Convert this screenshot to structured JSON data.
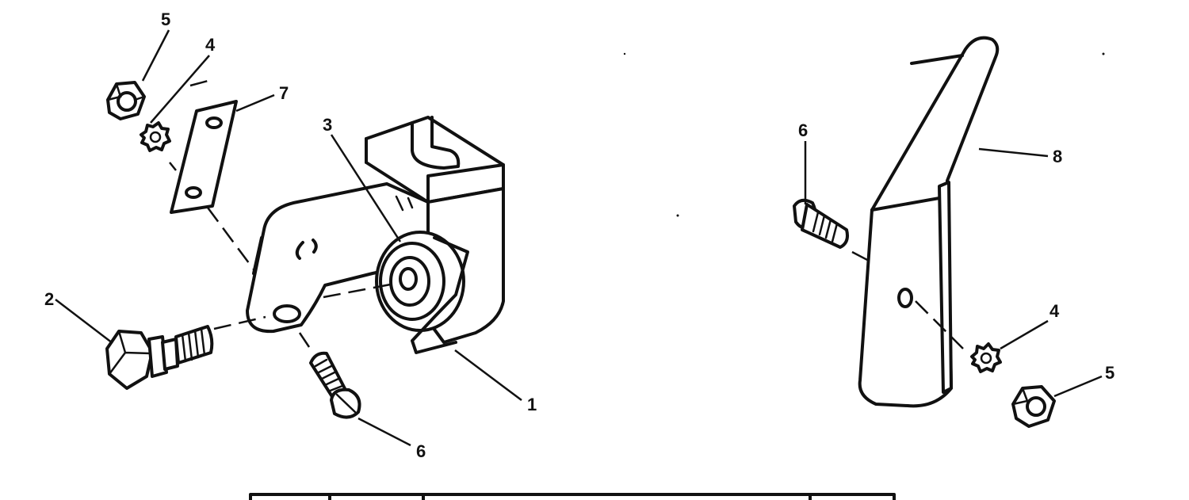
{
  "callouts": {
    "left_1": "1",
    "left_2": "2",
    "left_3": "3",
    "left_4": "4",
    "left_5": "5",
    "left_6": "6",
    "left_7": "7",
    "right_4": "4",
    "right_5": "5",
    "right_6": "6",
    "right_8": "8"
  },
  "colors": {
    "ink": "#111111",
    "paper": "#ffffff"
  }
}
